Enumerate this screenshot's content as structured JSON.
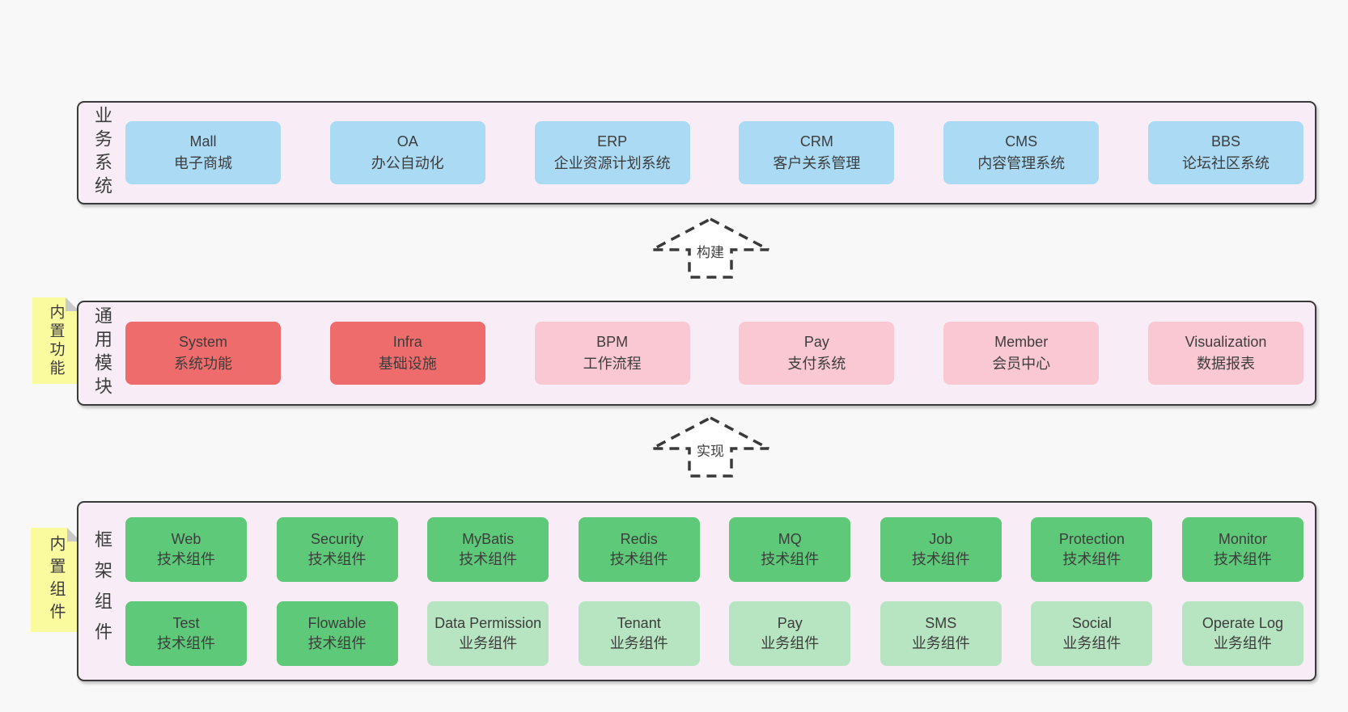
{
  "colors": {
    "page_bg": "#f8f8f8",
    "band_bg": "#f8edf6",
    "band_border": "#3a3a3a",
    "blue": "#abdaf5",
    "red": "#ef6c6c",
    "pink": "#f9c8d3",
    "green_dark": "#5fc97a",
    "green_light": "#b7e4c1",
    "sticky_yellow": "#fafa9e",
    "text": "#3d3d3d"
  },
  "arrows": [
    {
      "label": "构建"
    },
    {
      "label": "实现"
    }
  ],
  "bands": {
    "business": {
      "label": "业务系统",
      "boxes": [
        {
          "name": "Mall",
          "desc": "电子商城"
        },
        {
          "name": "OA",
          "desc": "办公自动化"
        },
        {
          "name": "ERP",
          "desc": "企业资源计划系统"
        },
        {
          "name": "CRM",
          "desc": "客户关系管理"
        },
        {
          "name": "CMS",
          "desc": "内容管理系统"
        },
        {
          "name": "BBS",
          "desc": "论坛社区系统"
        }
      ]
    },
    "modules": {
      "sticky": "内置功能",
      "label": "通用模块",
      "boxes": [
        {
          "name": "System",
          "desc": "系统功能"
        },
        {
          "name": "Infra",
          "desc": "基础设施"
        },
        {
          "name": "BPM",
          "desc": "工作流程"
        },
        {
          "name": "Pay",
          "desc": "支付系统"
        },
        {
          "name": "Member",
          "desc": "会员中心"
        },
        {
          "name": "Visualization",
          "desc": "数据报表"
        }
      ]
    },
    "components": {
      "sticky": "内置组件",
      "label": "框架组件",
      "rows": [
        [
          {
            "name": "Web",
            "desc": "技术组件"
          },
          {
            "name": "Security",
            "desc": "技术组件"
          },
          {
            "name": "MyBatis",
            "desc": "技术组件"
          },
          {
            "name": "Redis",
            "desc": "技术组件"
          },
          {
            "name": "MQ",
            "desc": "技术组件"
          },
          {
            "name": "Job",
            "desc": "技术组件"
          },
          {
            "name": "Protection",
            "desc": "技术组件"
          },
          {
            "name": "Monitor",
            "desc": "技术组件"
          }
        ],
        [
          {
            "name": "Test",
            "desc": "技术组件"
          },
          {
            "name": "Flowable",
            "desc": "技术组件"
          },
          {
            "name": "Data Permission",
            "desc": "业务组件"
          },
          {
            "name": "Tenant",
            "desc": "业务组件"
          },
          {
            "name": "Pay",
            "desc": "业务组件"
          },
          {
            "name": "SMS",
            "desc": "业务组件"
          },
          {
            "name": "Social",
            "desc": "业务组件"
          },
          {
            "name": "Operate Log",
            "desc": "业务组件"
          }
        ]
      ]
    }
  }
}
